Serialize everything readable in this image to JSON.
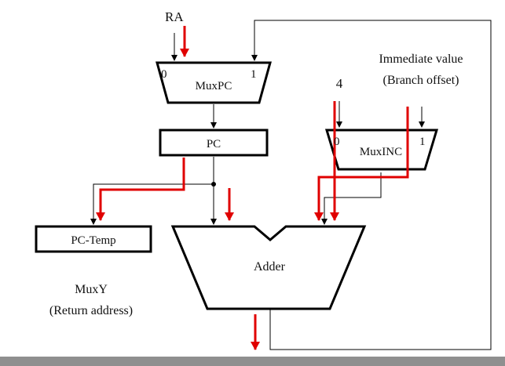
{
  "labels": {
    "ra": "RA",
    "mux_pc": "MuxPC",
    "mux_pc_in0": "0",
    "mux_pc_in1": "1",
    "pc": "PC",
    "four": "4",
    "immediate_line1": "Immediate value",
    "immediate_line2": "(Branch offset)",
    "mux_inc": "MuxINC",
    "mux_inc_in0": "0",
    "mux_inc_in1": "1",
    "pc_temp": "PC-Temp",
    "adder": "Adder",
    "mux_y": "MuxY",
    "return_address": "(Return address)"
  },
  "colors": {
    "highlight": "#e00000",
    "block_stroke": "#000000",
    "bottom_bar": "#8f8f8f"
  }
}
